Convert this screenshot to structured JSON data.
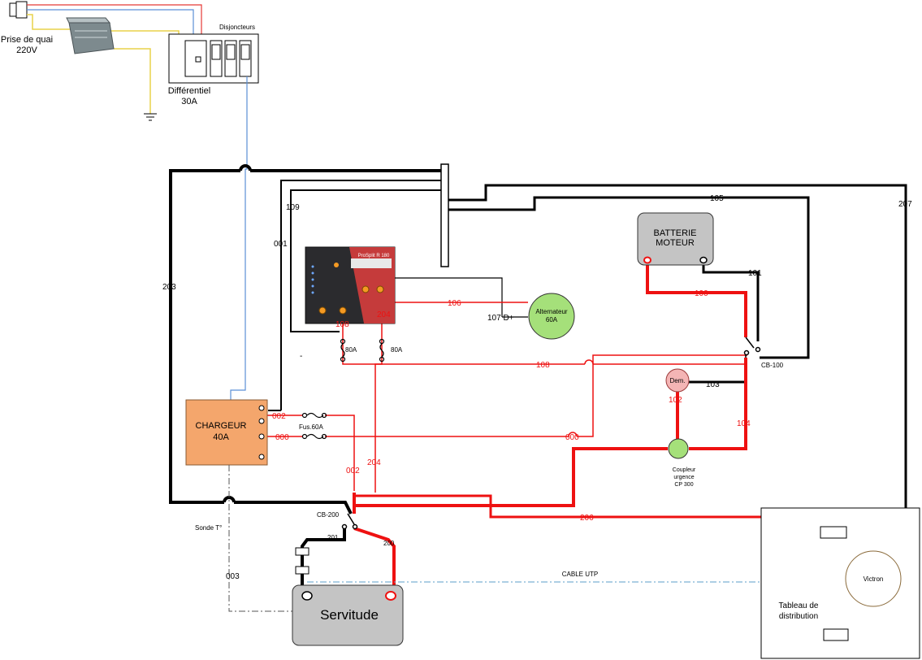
{
  "shore_power": {
    "label_line1": "Prise de quai",
    "label_line2": "220V"
  },
  "breaker_panel": {
    "title": "Disjoncteurs",
    "differential_line1": "Différentiel",
    "differential_line2": "30A"
  },
  "components": {
    "battery_engine_line1": "BATTERIE",
    "battery_engine_line2": "MOTEUR",
    "battery_service": "Servitude",
    "charger_line1": "CHARGEUR",
    "charger_line2": "40A",
    "alternator_line1": "Alternateur",
    "alternator_line2": "60A",
    "starter": "Dem.",
    "coupler_line1": "Coupleur",
    "coupler_line2": "urgence",
    "coupler_line3": "CP 300",
    "victron": "Victron",
    "distribution_line1": "Tableau de",
    "distribution_line2": "distribution",
    "splitter_brand": "ProSplit R 180",
    "cb100": "CB-100",
    "cb200": "CB-200",
    "fuse_80a_1": "80A",
    "fuse_80a_2": "80A",
    "fuse_60a": "Fus.60A",
    "temp_probe": "Sonde T°",
    "utp_cable": "CABLE UTP",
    "alt_d_plus": "107 D+"
  },
  "wires": {
    "w000": "000",
    "w000b": "000",
    "w001": "001",
    "w002": "002",
    "w002b": "002",
    "w003": "003",
    "w100": "100",
    "w101": "101",
    "w102": "102",
    "w103": "103",
    "w104": "104",
    "w105": "105",
    "w106": "106",
    "w108": "108",
    "w108b": "108",
    "w109": "109",
    "w200": "200",
    "w201": "201",
    "w203": "203",
    "w204": "204",
    "w204b": "204",
    "w206": "206",
    "w207": "207"
  },
  "colors": {
    "positive": "#ee1111",
    "negative": "#000000",
    "signal": "#5b8fd6",
    "earth": "#e8d24a",
    "charger_fill": "#f4a66c",
    "battery_fill": "#c4c4c4",
    "alternator_fill": "#a5e07a",
    "starter_fill": "#f4b5b5"
  }
}
